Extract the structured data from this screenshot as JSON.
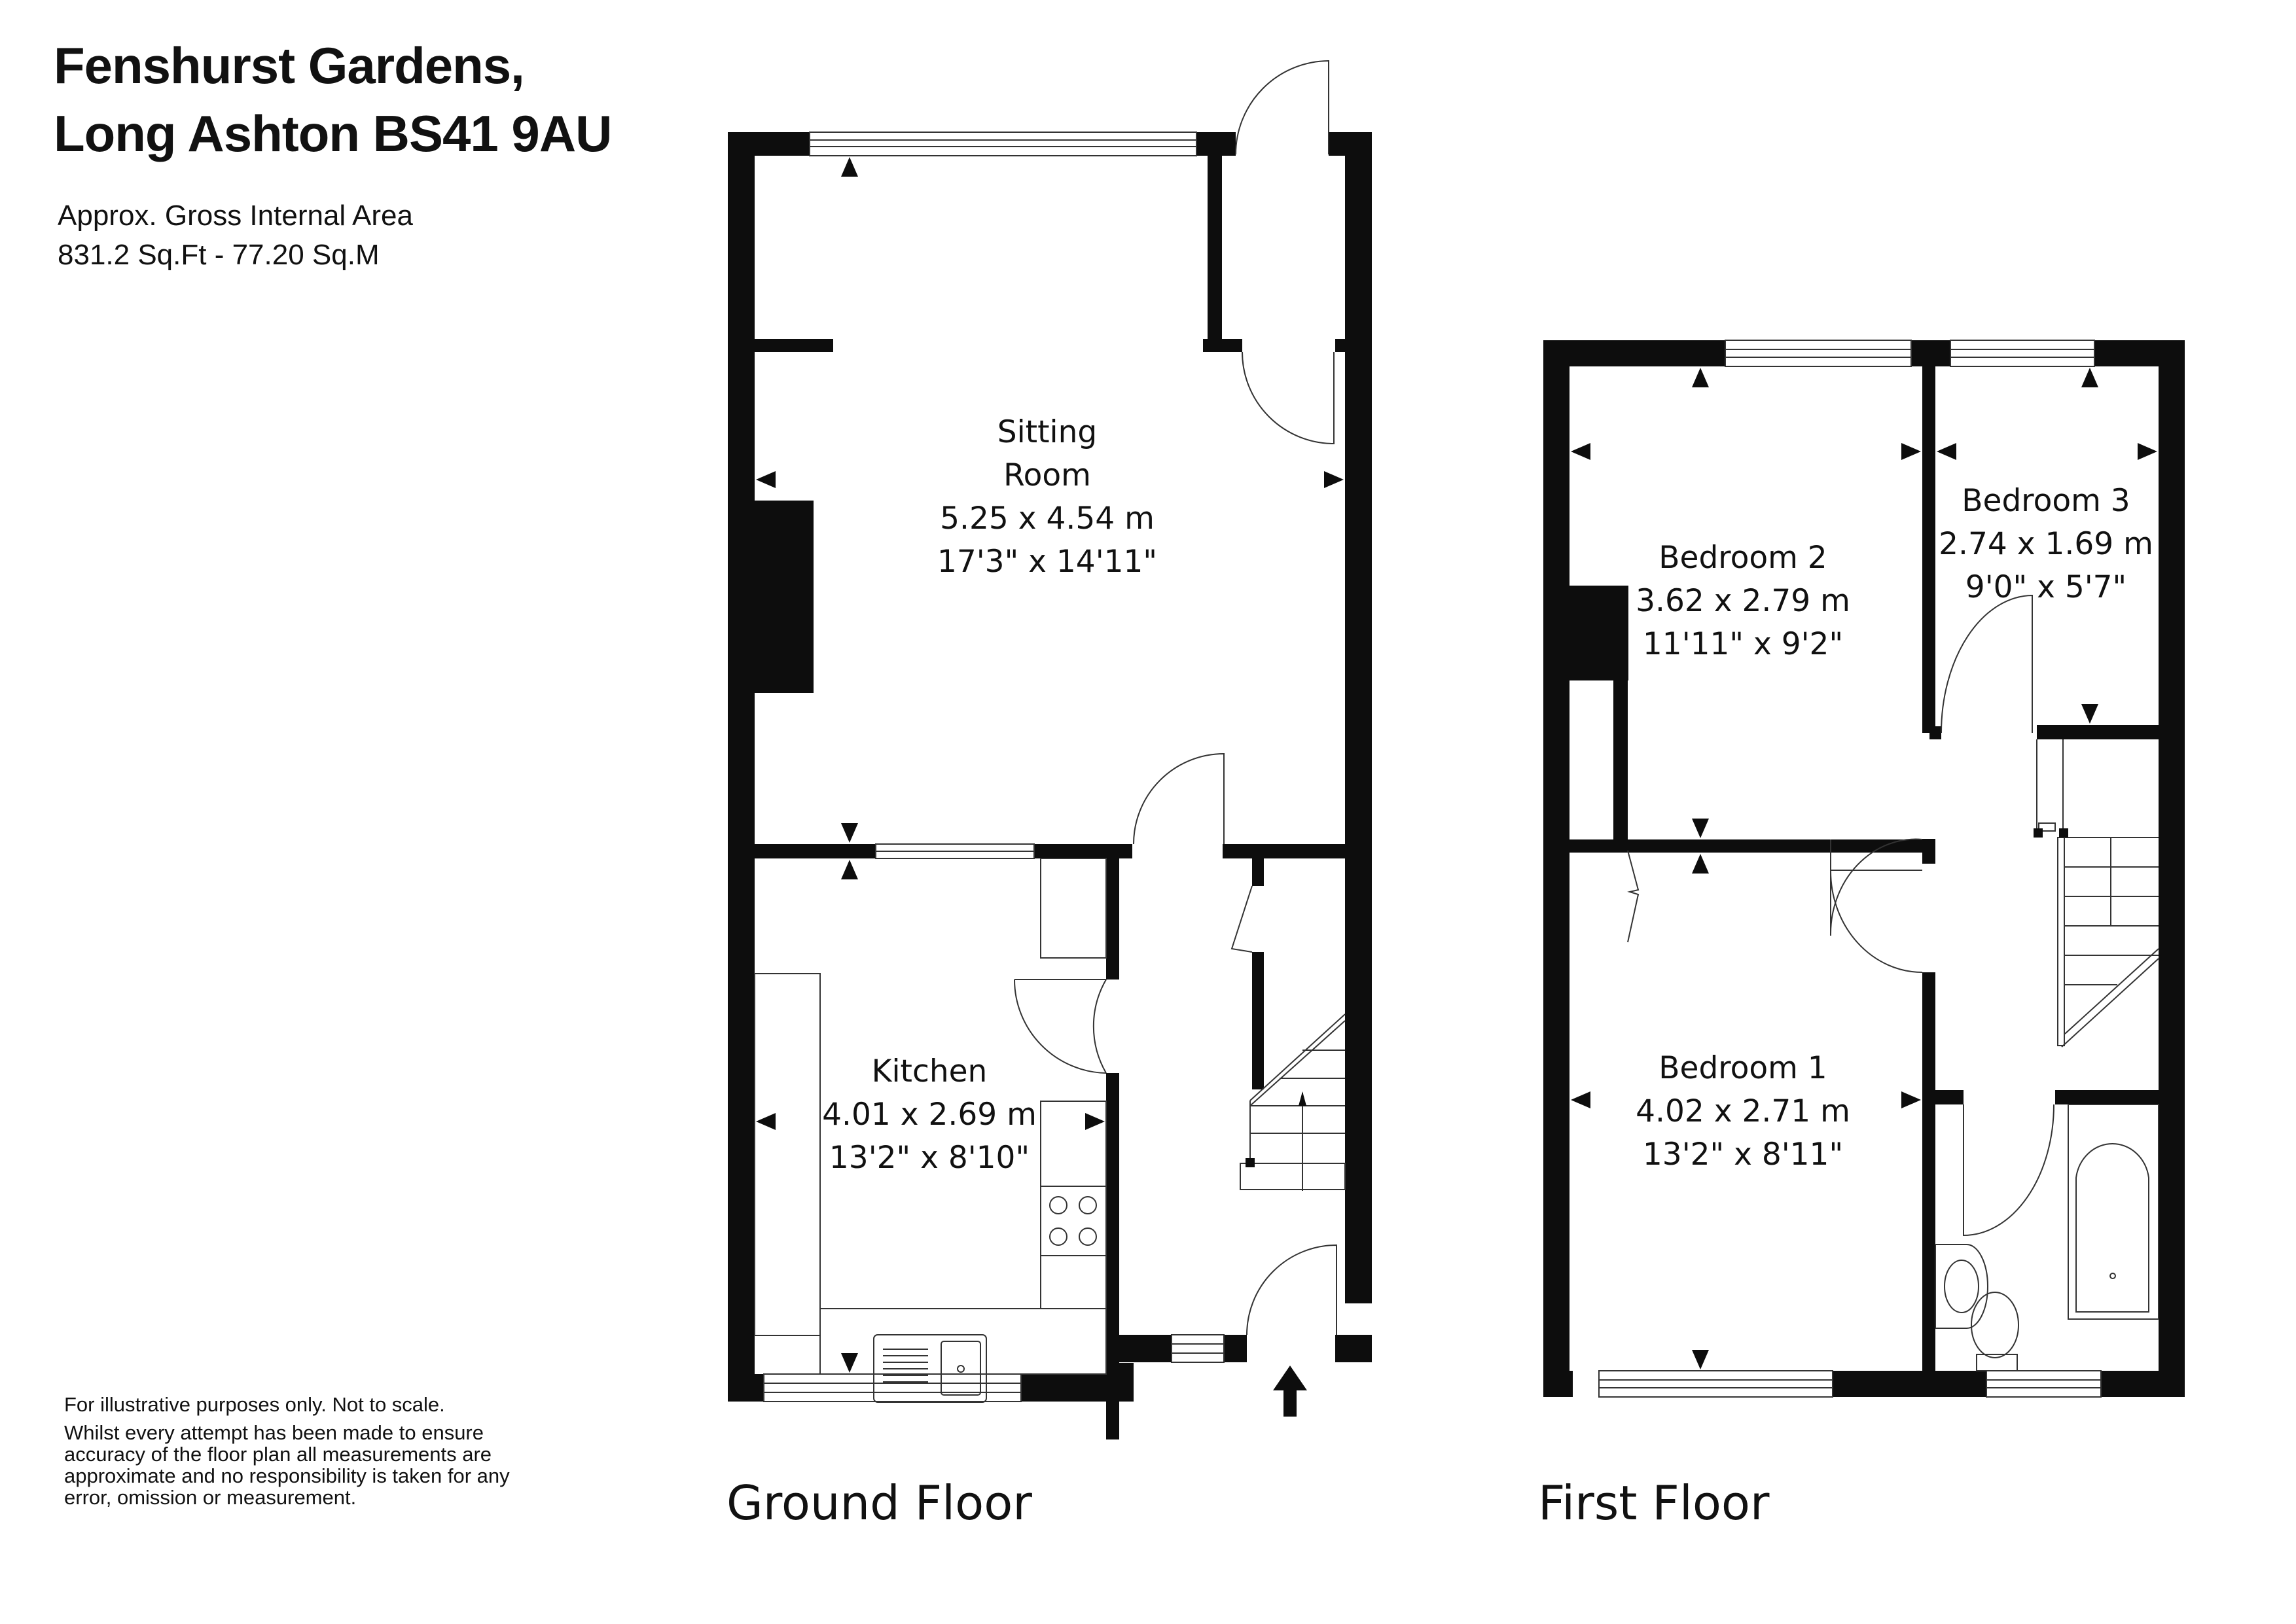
{
  "header": {
    "title_line1": "Fenshurst Gardens,",
    "title_line2": "Long Ashton BS41 9AU",
    "area_label": "Approx. Gross Internal Area",
    "area_value": "831.2 Sq.Ft - 77.20 Sq.M"
  },
  "disclaimer": {
    "line1": "For illustrative purposes only. Not to scale.",
    "line2": "Whilst every attempt has been made to ensure accuracy of the floor plan all measurements are approximate and no responsibility is taken for any error, omission or measurement."
  },
  "floors": {
    "ground": {
      "label": "Ground Floor",
      "rooms": {
        "sitting": {
          "name_line1": "Sitting",
          "name_line2": "Room",
          "metric": "5.25 x 4.54 m",
          "imperial": "17'3\" x 14'11\""
        },
        "kitchen": {
          "name": "Kitchen",
          "metric": "4.01 x 2.69 m",
          "imperial": "13'2\" x 8'10\""
        }
      },
      "entrance_icon": "entrance-arrow-icon"
    },
    "first": {
      "label": "First Floor",
      "rooms": {
        "bedroom1": {
          "name": "Bedroom 1",
          "metric": "4.02 x 2.71 m",
          "imperial": "13'2\" x 8'11\""
        },
        "bedroom2": {
          "name": "Bedroom 2",
          "metric": "3.62 x 2.79 m",
          "imperial": "11'11\" x 9'2\""
        },
        "bedroom3": {
          "name": "Bedroom 3",
          "metric": "2.74 x 1.69 m",
          "imperial": "9'0\" x 5'7\""
        }
      }
    }
  },
  "colors": {
    "wall": "#0d0d0d",
    "background": "#ffffff",
    "line": "#333333"
  }
}
